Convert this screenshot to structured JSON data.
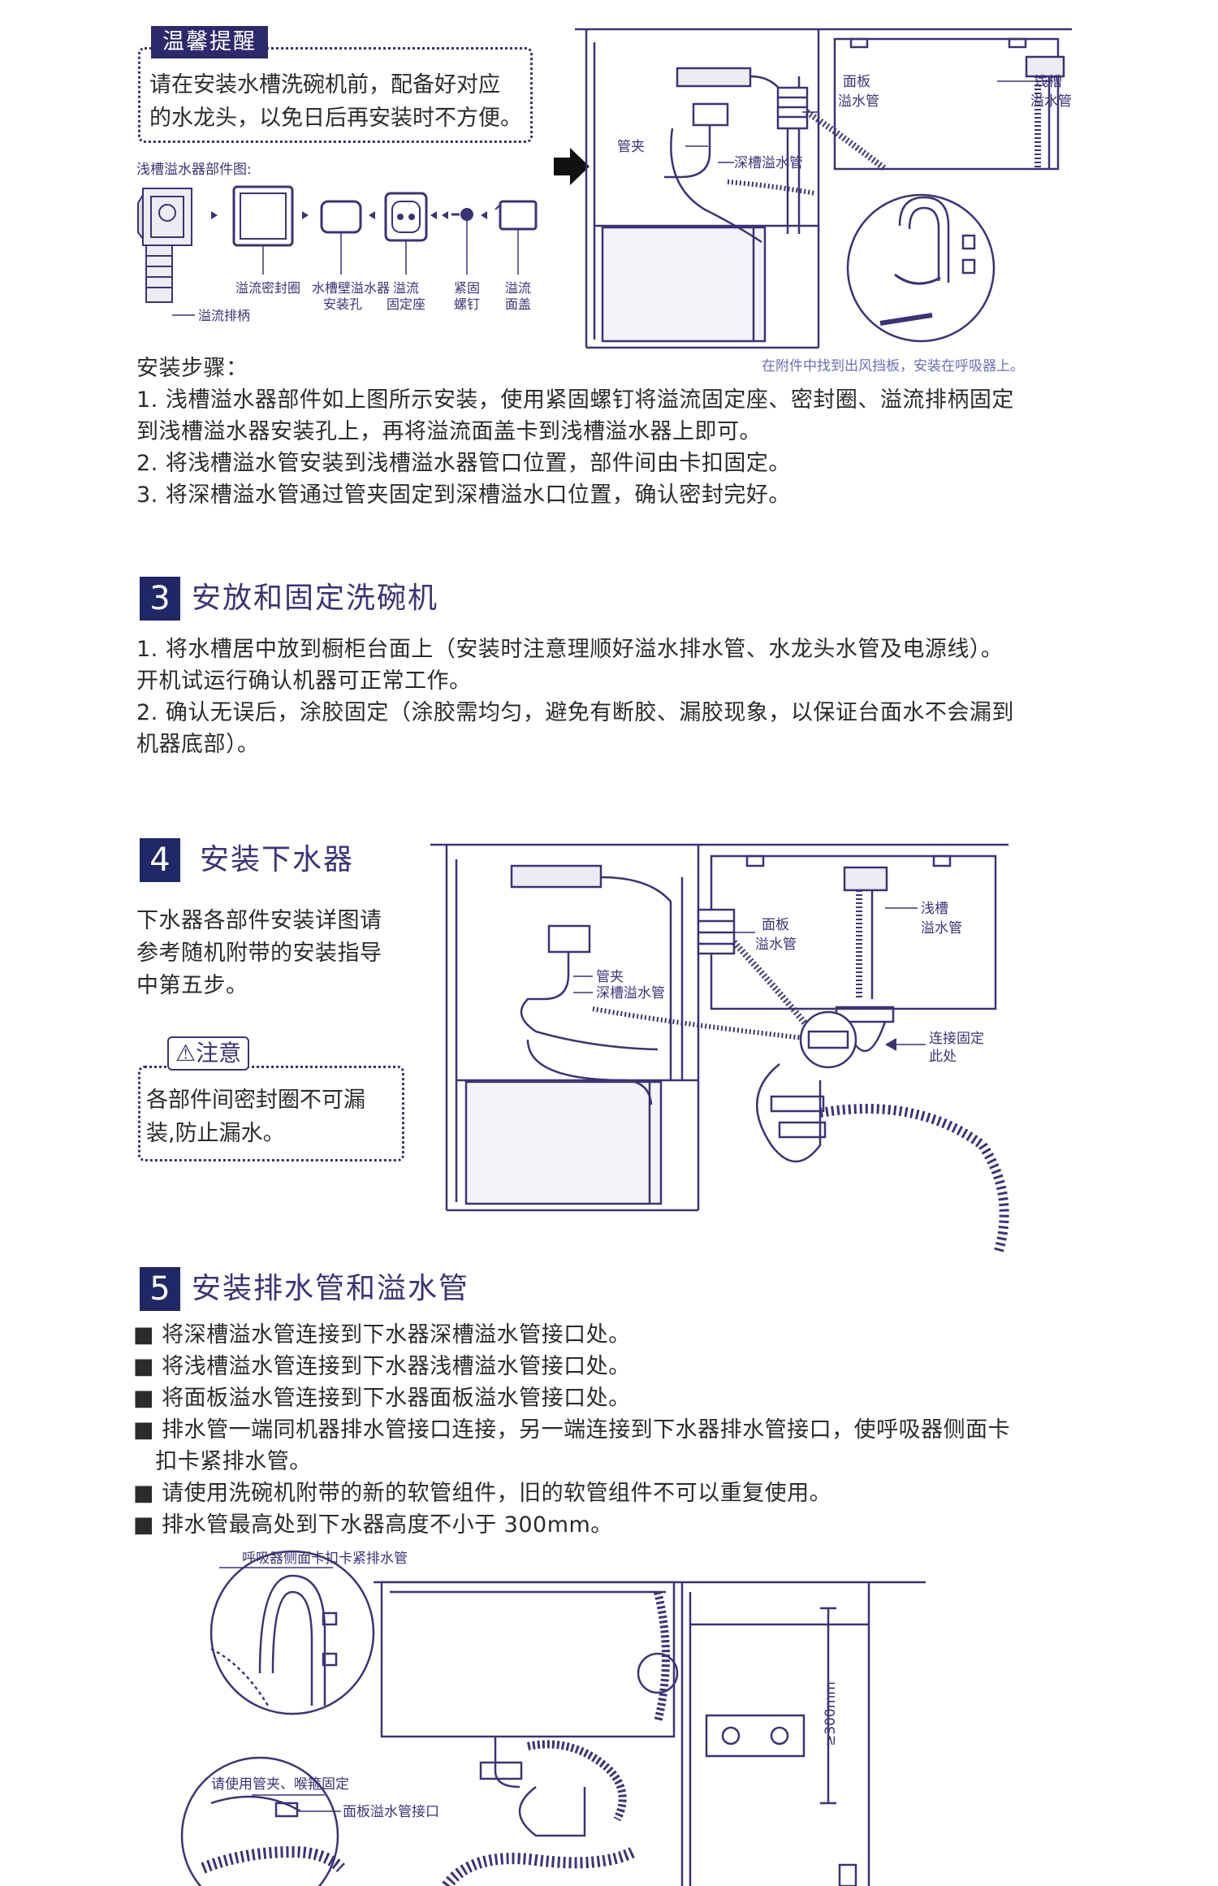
{
  "tip": {
    "tag": "温馨提醒",
    "lines": [
      "请在安装水槽洗碗机前，配备好对应",
      "的水龙头，以免日后再安装时不方便。"
    ]
  },
  "parts": {
    "heading": "浅槽溢水器部件图:",
    "labels": {
      "seal": "溢流密封圈",
      "hole_l1": "水槽壁溢水器",
      "hole_l2": "安装孔",
      "seat_l1": "溢流",
      "seat_l2": "固定座",
      "screw_l1": "紧固",
      "screw_l2": "螺钉",
      "cover_l1": "溢流",
      "cover_l2": "面盖",
      "handle": "溢流排柄"
    }
  },
  "diagram1": {
    "panel_pipe_l1": "面板",
    "panel_pipe_l2": "溢水管",
    "shallow_l1": "浅槽",
    "shallow_l2": "溢水管",
    "clamp": "管夹",
    "deep_pipe": "深槽溢水管",
    "note": "在附件中找到出风挡板，安装在呼吸器上。"
  },
  "steps": {
    "heading": "安装步骤：",
    "lines": [
      "1. 浅槽溢水器部件如上图所示安装，使用紧固螺钉将溢流固定座、密封圈、溢流排柄固定",
      "到浅槽溢水器安装孔上，再将溢流面盖卡到浅槽溢水器上即可。",
      "2. 将浅槽溢水管安装到浅槽溢水器管口位置，部件间由卡扣固定。",
      "3. 将深槽溢水管通过管夹固定到深槽溢水口位置，确认密封完好。"
    ]
  },
  "section3": {
    "num": "3",
    "title": "安放和固定洗碗机",
    "lines": [
      "1. 将水槽居中放到橱柜台面上（安装时注意理顺好溢水排水管、水龙头水管及电源线）。",
      "开机试运行确认机器可正常工作。",
      "2. 确认无误后，涂胶固定（涂胶需均匀，避免有断胶、漏胶现象，以保证台面水不会漏到",
      "机器底部）。"
    ]
  },
  "section4": {
    "num": "4",
    "title": "安装下水器",
    "desc": [
      "下水器各部件安装详图请",
      "参考随机附带的安装指导",
      "中第五步。"
    ],
    "notice_tag": "注意",
    "notice": [
      "各部件间密封圈不可漏",
      "装,防止漏水。"
    ],
    "labels": {
      "panel_l1": "面板",
      "panel_l2": "溢水管",
      "shallow_l1": "浅槽",
      "shallow_l2": "溢水管",
      "clamp": "管夹",
      "deep": "深槽溢水管",
      "connect_l1": "连接固定",
      "connect_l2": "此处"
    }
  },
  "section5": {
    "num": "5",
    "title": "安装排水管和溢水管",
    "bullets": [
      "■ 将深槽溢水管连接到下水器深槽溢水管接口处。",
      "■ 将浅槽溢水管连接到下水器浅槽溢水管接口处。",
      "■ 将面板溢水管连接到下水器面板溢水管接口处。",
      "■ 排水管一端同机器排水管接口连接，另一端连接到下水器排水管接口，使呼吸器侧面卡",
      "   扣卡紧排水管。",
      "■ 请使用洗碗机附带的新的软管组件，旧的软管组件不可以重复使用。",
      "■ 排水管最高处到下水器高度不小于 300mm。"
    ],
    "labels": {
      "breather": "呼吸器侧面卡扣卡紧排水管",
      "height": "≥300mm",
      "clamp_note": "请使用管夹、喉箍固定",
      "panel_port": "面板溢水管接口"
    }
  },
  "colors": {
    "line": "#3a3475",
    "accent": "#1f2766",
    "fill_light": "#ececf2"
  }
}
